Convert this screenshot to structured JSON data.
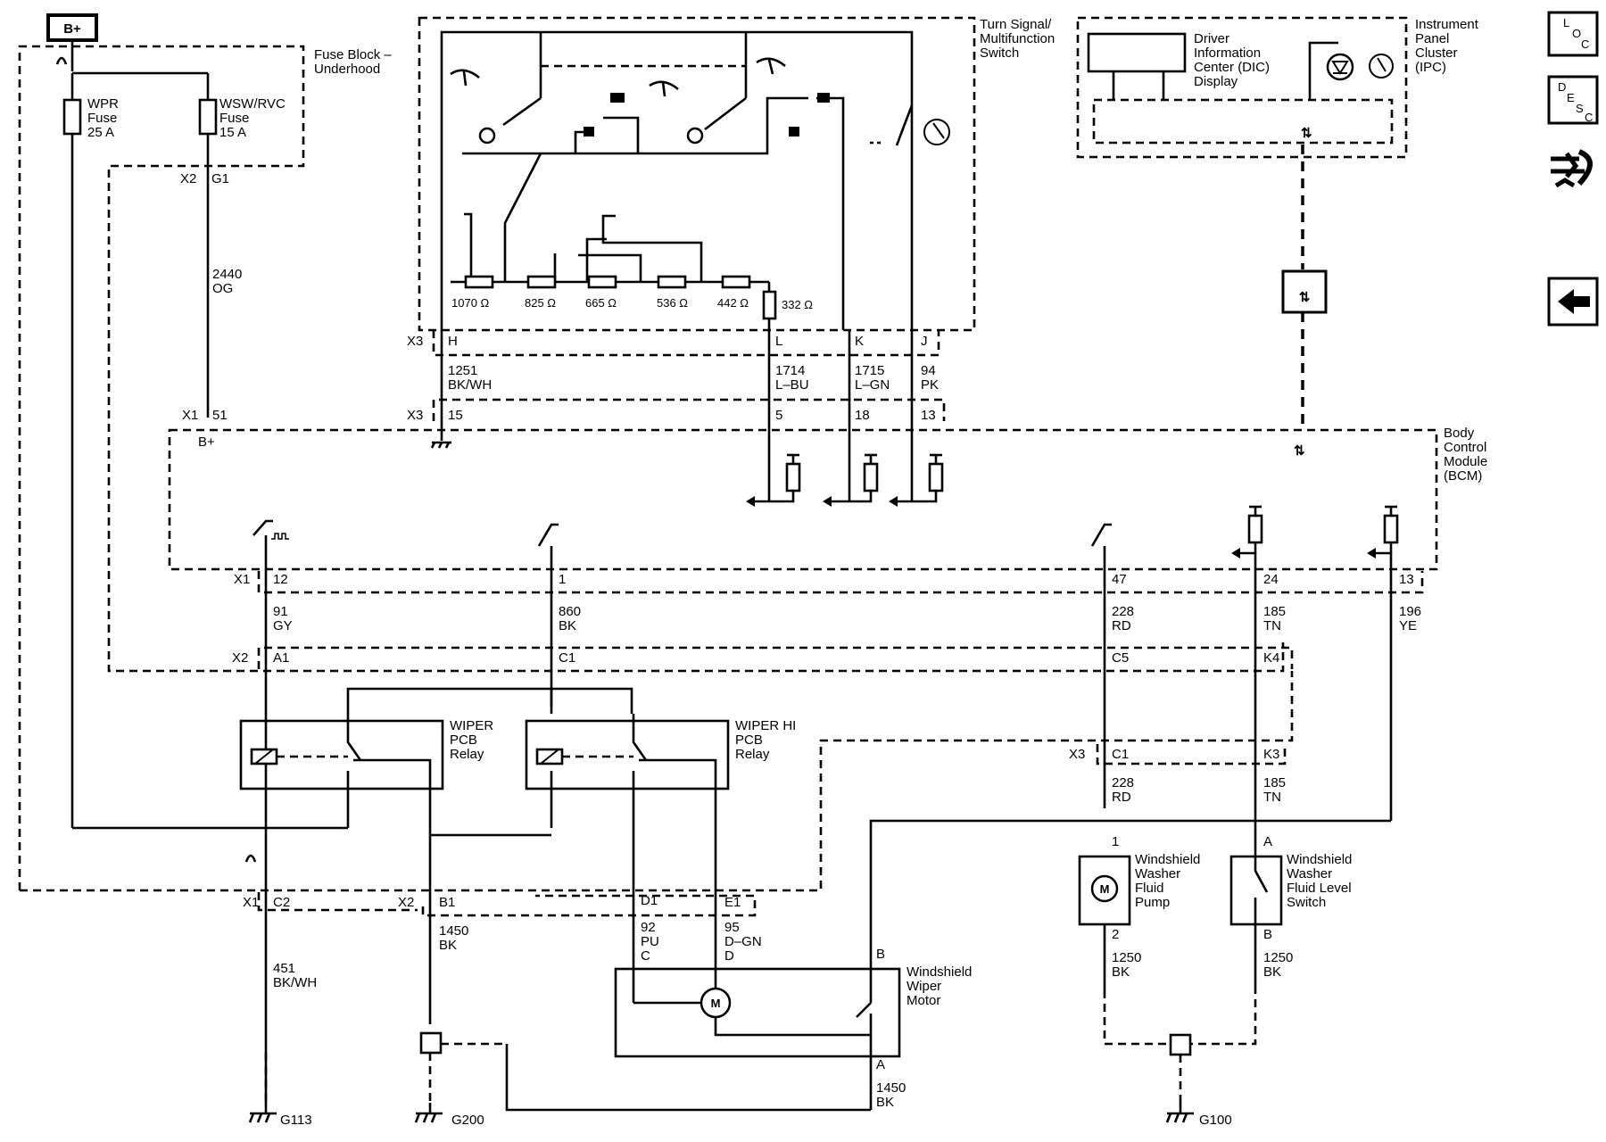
{
  "power": {
    "bplus_label": "B+"
  },
  "fuse_block": {
    "title_line1": "Fuse Block –",
    "title_line2": "Underhood",
    "fuse1": [
      "WPR",
      "Fuse",
      "25 A"
    ],
    "fuse2": [
      "WSW/RVC",
      "Fuse",
      "15 A"
    ],
    "connector_x2": "X2",
    "pin_g1": "G1"
  },
  "circuit_2440": {
    "number": "2440",
    "color": "OG",
    "conn": "X1",
    "pin": "51",
    "bcm_label": "B+"
  },
  "turn_signal_switch": {
    "title": [
      "Turn Signal/",
      "Multifunction",
      "Switch"
    ],
    "resistors": [
      "1070 Ω",
      "825 Ω",
      "665 Ω",
      "536 Ω",
      "442 Ω"
    ],
    "resistor_332": "332 Ω",
    "pins": [
      "X3",
      "H",
      "L",
      "K",
      "J"
    ]
  },
  "switch_wires": [
    {
      "number": "1251",
      "color": "BK/WH"
    },
    {
      "number": "1714",
      "color": "L–BU"
    },
    {
      "number": "1715",
      "color": "L–GN"
    },
    {
      "number": "94",
      "color": "PK"
    }
  ],
  "bcm_upper_pins": [
    "X3",
    "15",
    "5",
    "18",
    "13"
  ],
  "bcm": {
    "title": [
      "Body",
      "Control",
      "Module",
      "(BCM)"
    ]
  },
  "ipc": {
    "title": [
      "Instrument",
      "Panel",
      "Cluster",
      "(IPC)"
    ],
    "dic": [
      "Driver",
      "Information",
      "Center (DIC)",
      "Display"
    ]
  },
  "bcm_lower_pins": {
    "conn": "X1",
    "pins": [
      "12",
      "1",
      "47",
      "24",
      "13"
    ]
  },
  "bcm_lower_wires": [
    {
      "number": "91",
      "color": "GY"
    },
    {
      "number": "860",
      "color": "BK"
    },
    {
      "number": "228",
      "color": "RD"
    },
    {
      "number": "185",
      "color": "TN"
    },
    {
      "number": "196",
      "color": "YE"
    }
  ],
  "x2_row": {
    "conn": "X2",
    "pins": [
      "A1",
      "C1",
      "C5",
      "K4"
    ]
  },
  "relays": {
    "pcb": [
      "WIPER",
      "PCB",
      "Relay"
    ],
    "hi": [
      "WIPER HI",
      "PCB",
      "Relay"
    ]
  },
  "x3_row": {
    "conn": "X3",
    "pins": [
      "C1",
      "K3"
    ],
    "wires": [
      {
        "number": "228",
        "color": "RD"
      },
      {
        "number": "185",
        "color": "TN"
      }
    ]
  },
  "pump": {
    "label": [
      "Windshield",
      "Washer",
      "Fluid",
      "Pump"
    ],
    "pin_top": "1",
    "pin_bottom": "2",
    "wire_number": "1250",
    "wire_color": "BK"
  },
  "level_switch": {
    "label": [
      "Windshield",
      "Washer",
      "Fluid Level",
      "Switch"
    ],
    "pin_top": "A",
    "pin_bottom": "B",
    "wire_number": "1250",
    "wire_color": "BK"
  },
  "bottom_conns": {
    "x1": "X1",
    "c2": "C2",
    "x2": "X2",
    "b1": "B1",
    "d1": "D1",
    "e1": "E1"
  },
  "bottom_wires": {
    "w451": {
      "number": "451",
      "color": "BK/WH"
    },
    "w1450a": {
      "number": "1450",
      "color": "BK"
    },
    "w92": {
      "number": "92",
      "color": "PU",
      "pin": "C"
    },
    "w95": {
      "number": "95",
      "color": "D–GN",
      "pin": "D"
    },
    "w1450b": {
      "number": "1450",
      "color": "BK"
    }
  },
  "wiper_motor": {
    "label": [
      "Windshield",
      "Wiper",
      "Motor"
    ],
    "pin_b": "B",
    "pin_a": "A",
    "symbol": "M"
  },
  "grounds": [
    "G113",
    "G200",
    "G100"
  ],
  "nav": {
    "loc": [
      "L",
      "O",
      "C"
    ],
    "desc": [
      "D",
      "E",
      "S",
      "C"
    ],
    "back_icon": "arrow-left"
  }
}
